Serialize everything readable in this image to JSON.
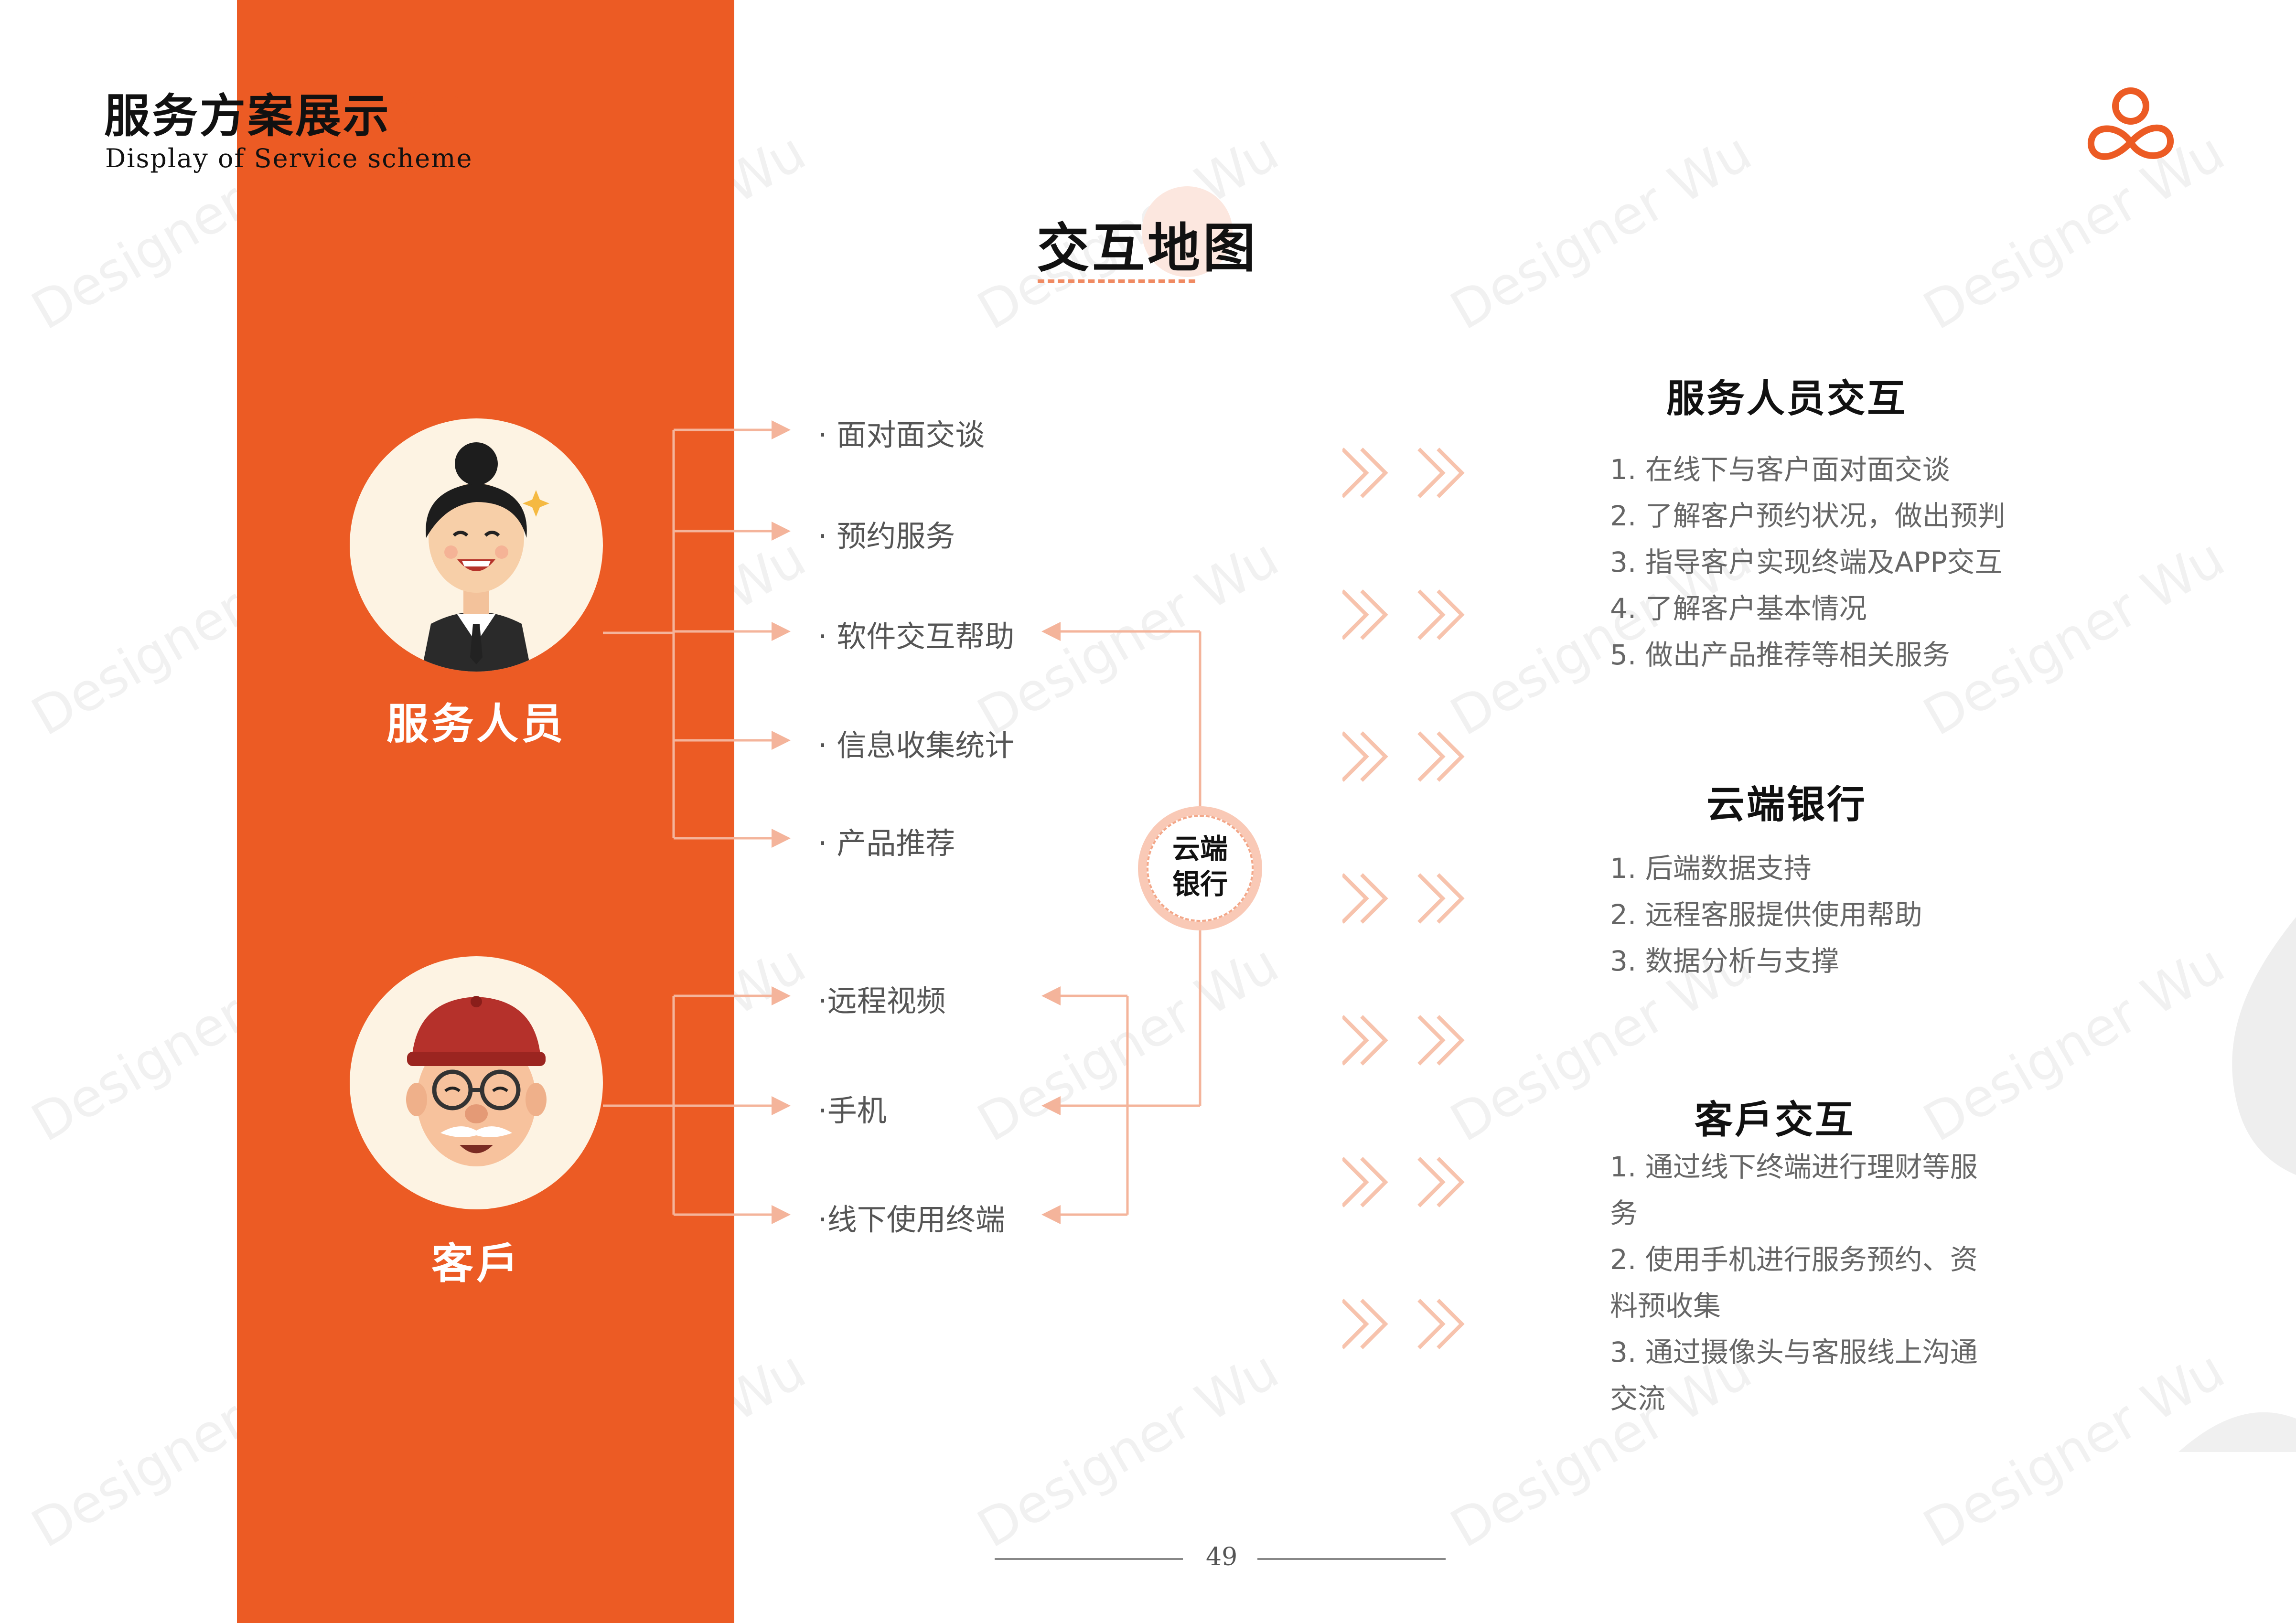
{
  "header": {
    "title": "服务方案展示",
    "subtitle": "Display of Service scheme"
  },
  "main_title": "交互地图",
  "roles": {
    "staff": {
      "label": "服务人员"
    },
    "customer": {
      "label": "客戶"
    }
  },
  "staff_items": [
    {
      "label": "· 面对面交谈"
    },
    {
      "label": "· 预约服务"
    },
    {
      "label": "· 软件交互帮助"
    },
    {
      "label": "· 信息收集统计"
    },
    {
      "label": "· 产品推荐"
    }
  ],
  "customer_items": [
    {
      "label": "·远程视频"
    },
    {
      "label": "·手机"
    },
    {
      "label": "·线下使用终端"
    }
  ],
  "cloud_node": {
    "line1": "云端",
    "line2": "银行"
  },
  "sections": [
    {
      "title": "服务人员交互",
      "items": [
        "1. 在线下与客户面对面交谈",
        "2. 了解客户预约状况，做出预判",
        "3. 指导客户实现终端及APP交互",
        "4. 了解客户基本情况",
        "5. 做出产品推荐等相关服务"
      ]
    },
    {
      "title": "云端银行",
      "items": [
        "1. 后端数据支持",
        "2. 远程客服提供使用帮助",
        "3. 数据分析与支撑"
      ]
    },
    {
      "title": "客戶交互",
      "items": [
        "1. 通过线下终端进行理财等服务",
        "2. 使用手机进行服务预约、资料预收集",
        "3. 通过摄像头与客服线上沟通交流"
      ]
    }
  ],
  "page_number": "49",
  "watermark_text": "Designer Wu",
  "colors": {
    "brand_orange": "#ec5b24",
    "connector": "#f4b49b",
    "chevron": "#f7c3ad"
  },
  "icons": {
    "logo": "trefoil-logo-icon",
    "header_circles": "double-circle-icon",
    "flow": "double-chevron-icon"
  }
}
